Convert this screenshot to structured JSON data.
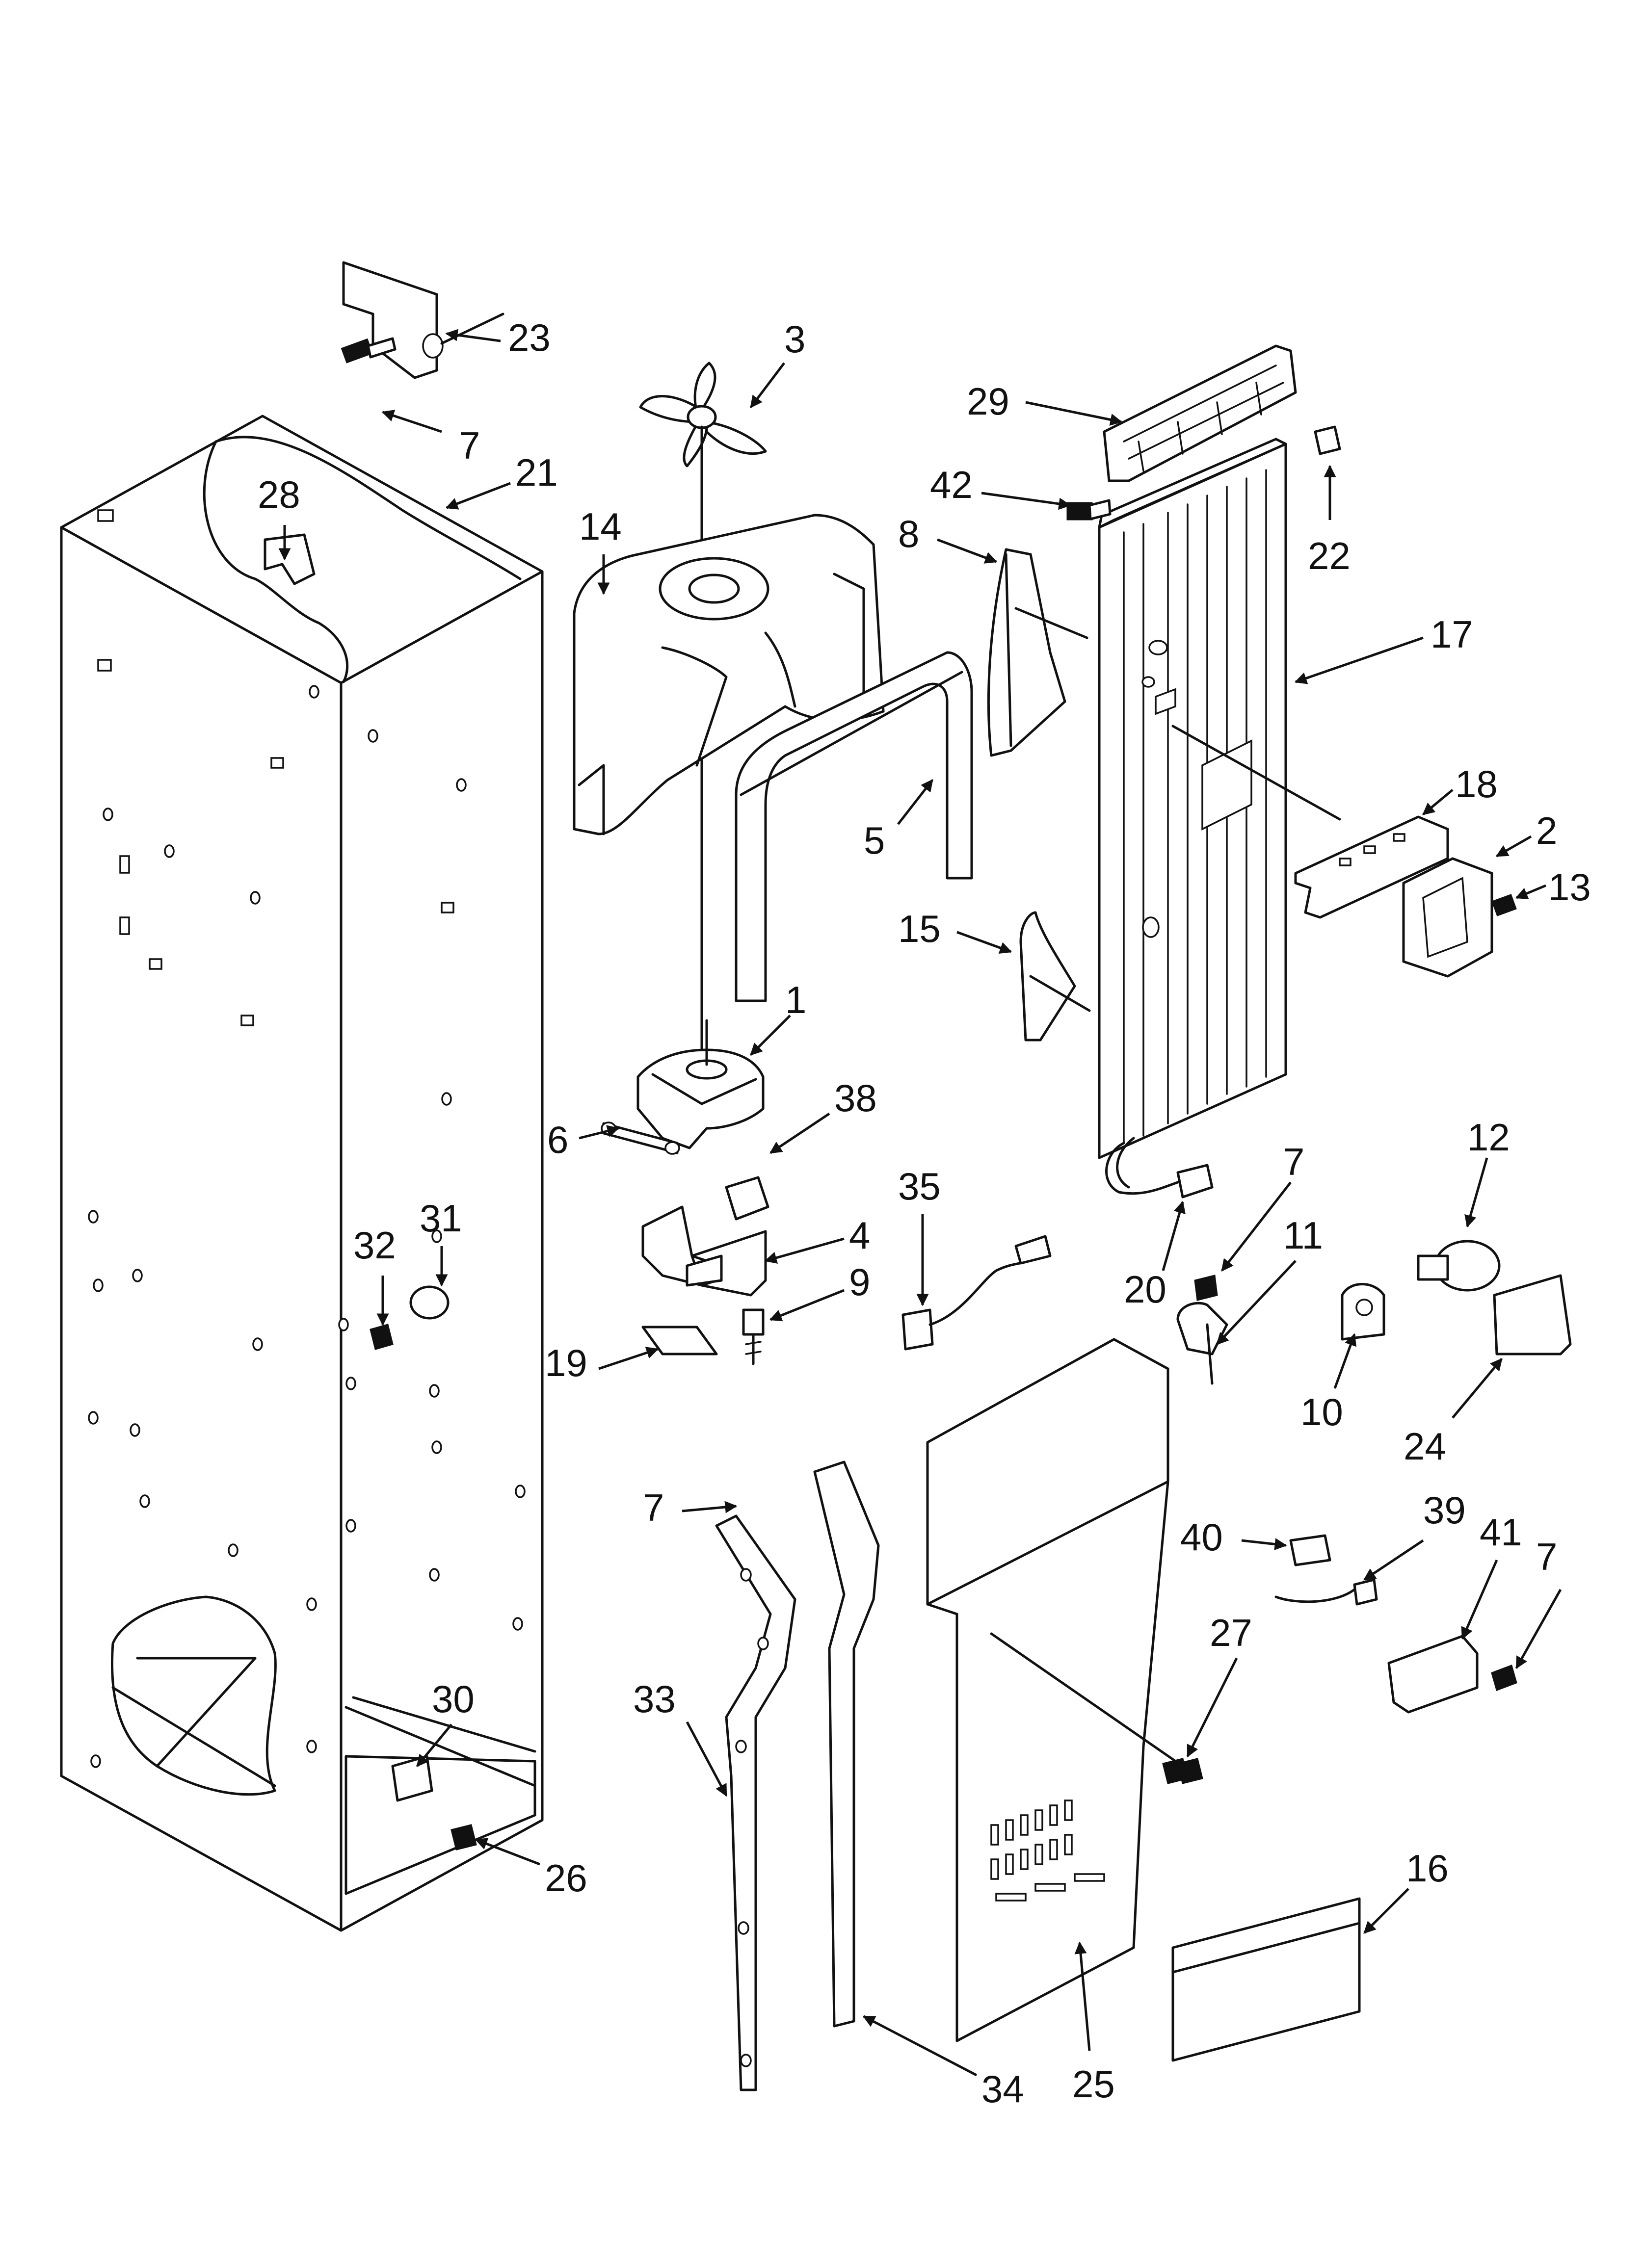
{
  "callouts": [
    "3",
    "23",
    "7",
    "21",
    "28",
    "14",
    "29",
    "42",
    "22",
    "8",
    "17",
    "18",
    "2",
    "13",
    "5",
    "15",
    "1",
    "38",
    "6",
    "35",
    "7",
    "12",
    "32",
    "31",
    "4",
    "9",
    "20",
    "11",
    "19",
    "10",
    "24",
    "7",
    "40",
    "39",
    "41",
    "7",
    "27",
    "33",
    "30",
    "26",
    "16",
    "34",
    "25"
  ],
  "colors": {
    "line": "#111111",
    "background": "#ffffff"
  }
}
